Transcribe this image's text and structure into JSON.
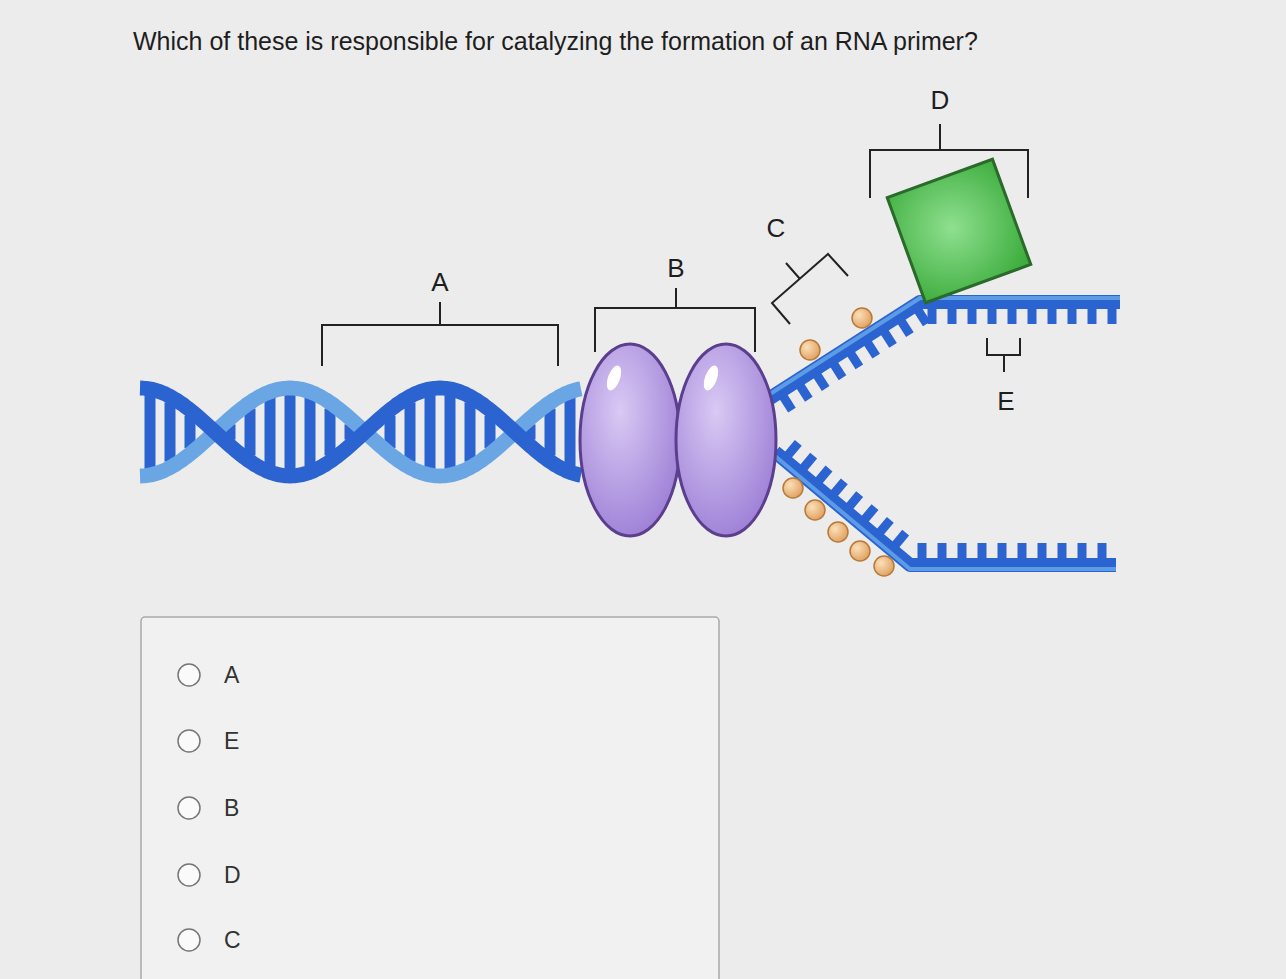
{
  "diagram": {
    "title": "Which of these is responsible for catalyzing the formation of an RNA primer?",
    "labels": [
      "A",
      "B",
      "C",
      "D",
      "E",
      "A",
      "E",
      "B",
      "D",
      "C"
    ]
  }
}
